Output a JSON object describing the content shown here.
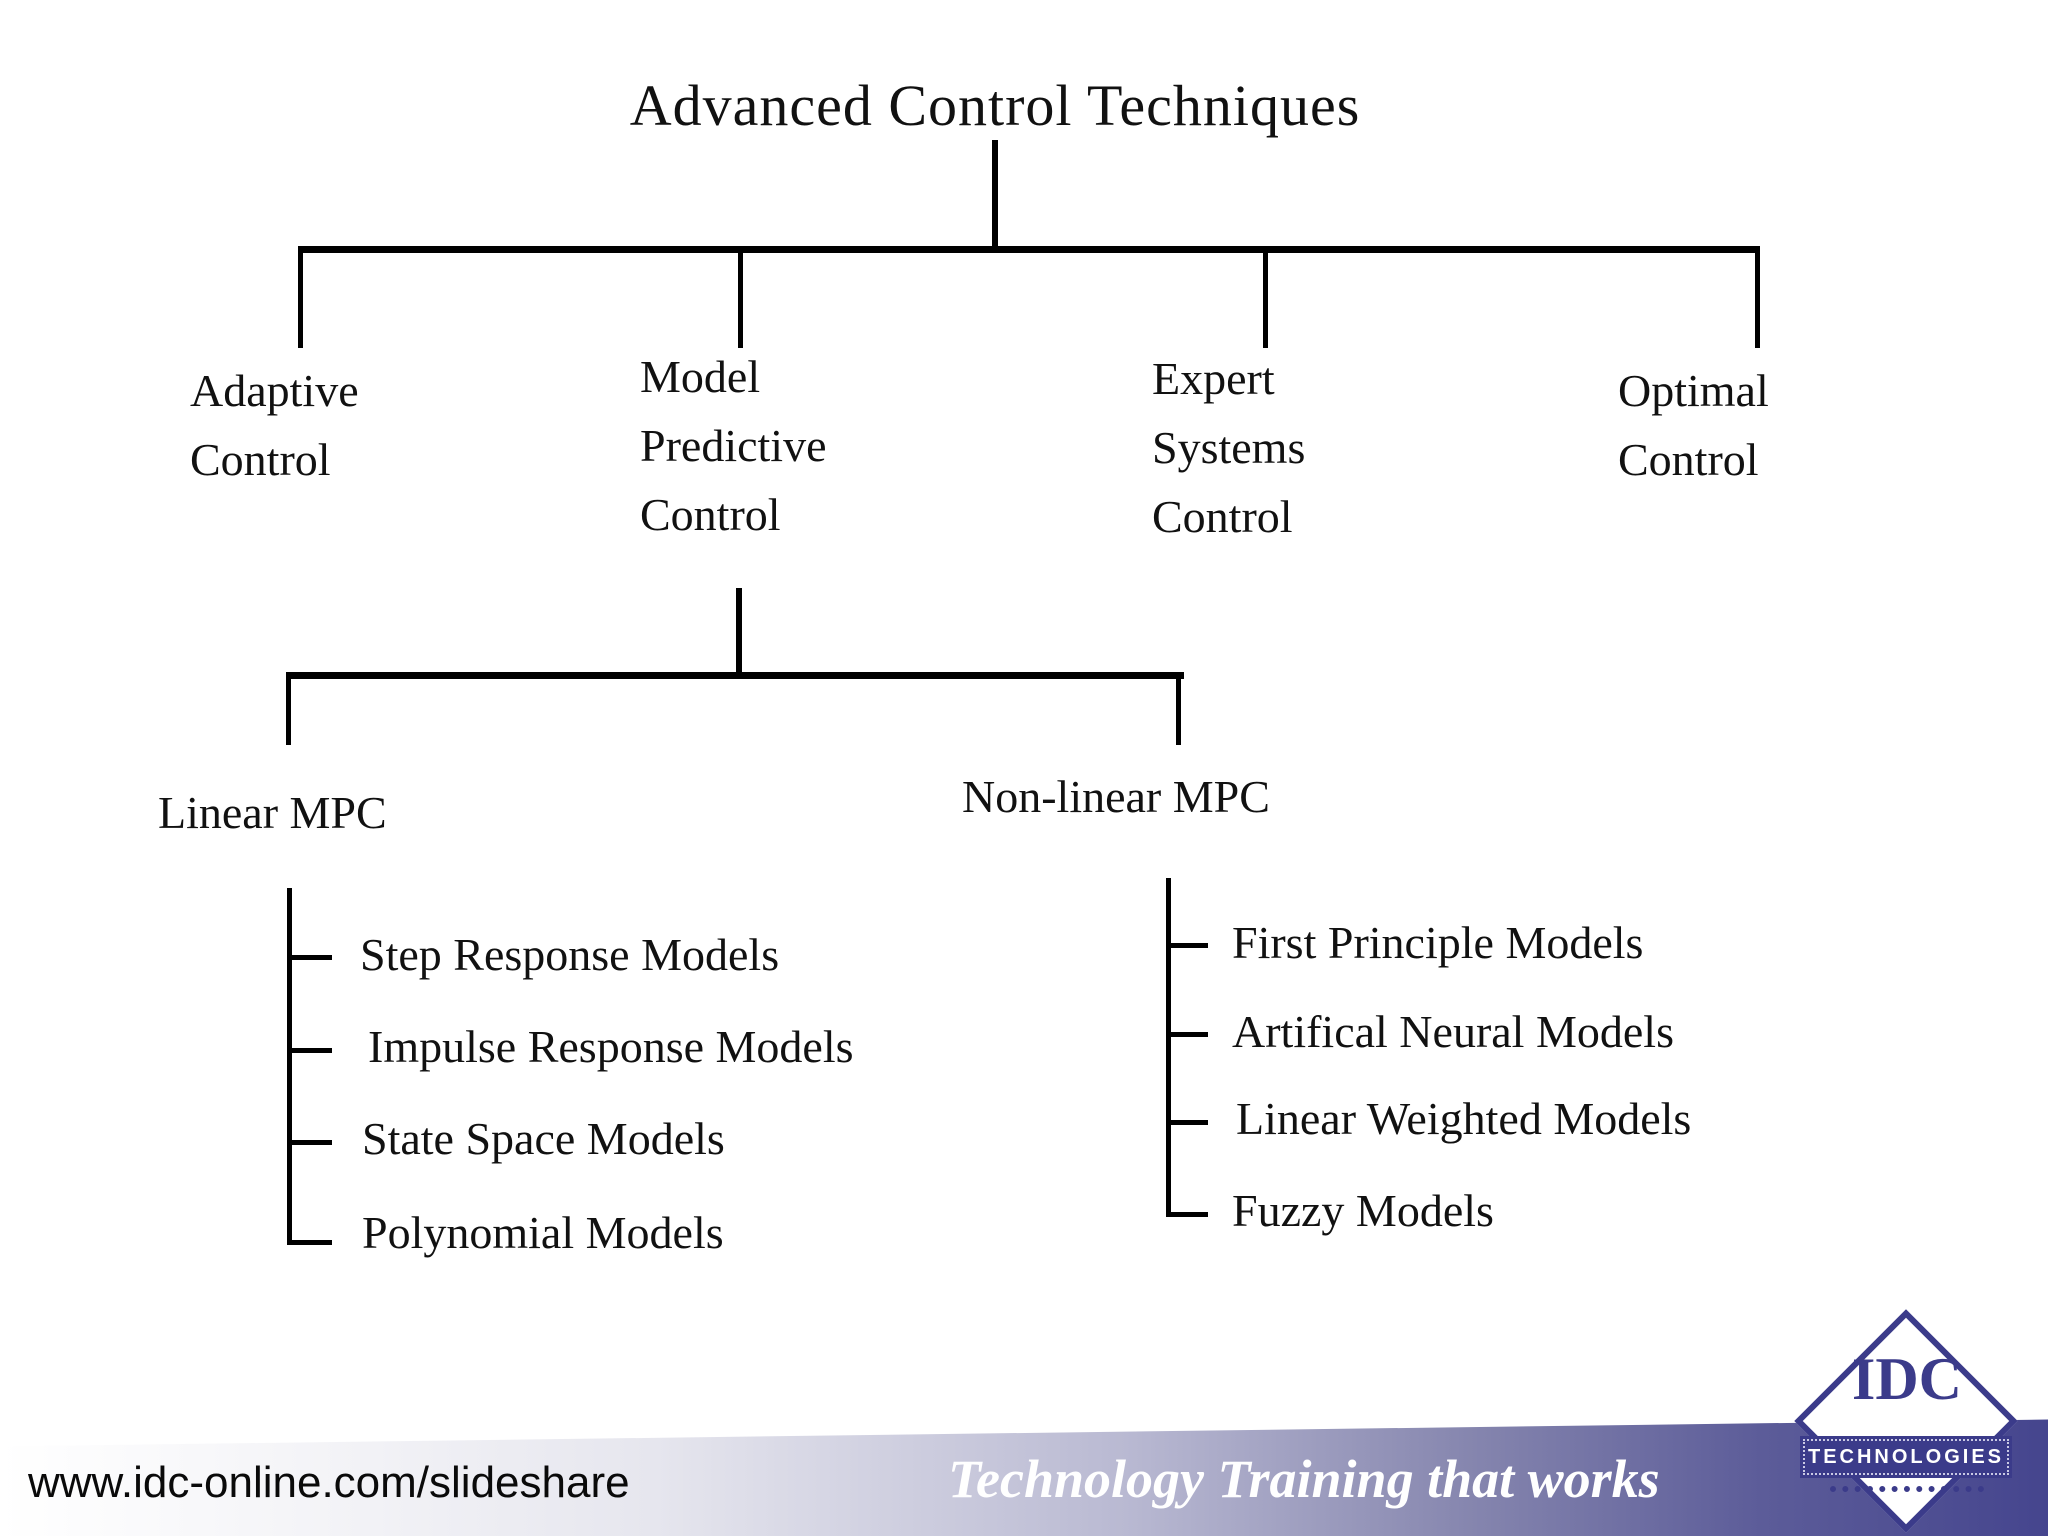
{
  "diagram": {
    "title": "Advanced Control Techniques",
    "branches": [
      {
        "label": "Adaptive\nControl"
      },
      {
        "label": "Model\nPredictive\nControl"
      },
      {
        "label": "Expert\nSystems\nControl"
      },
      {
        "label": "Optimal\nControl"
      }
    ],
    "mpc": {
      "linear": {
        "label": "Linear MPC",
        "models": [
          "Step Response Models",
          "Impulse Response Models",
          "State Space Models",
          "Polynomial Models"
        ]
      },
      "nonlinear": {
        "label": "Non-linear MPC",
        "models": [
          "First Principle Models",
          "Artifical Neural Models",
          "Linear Weighted Models",
          "Fuzzy Models"
        ]
      }
    }
  },
  "footer": {
    "url": "www.idc-online.com/slideshare",
    "tagline": "Technology Training that works",
    "logo": {
      "acronym": "IDC",
      "name": "TECHNOLOGIES"
    }
  },
  "colors": {
    "line": "#000000",
    "text": "#111111",
    "brand_indigo": "#3b3b8a",
    "band_right": "#45458e"
  }
}
